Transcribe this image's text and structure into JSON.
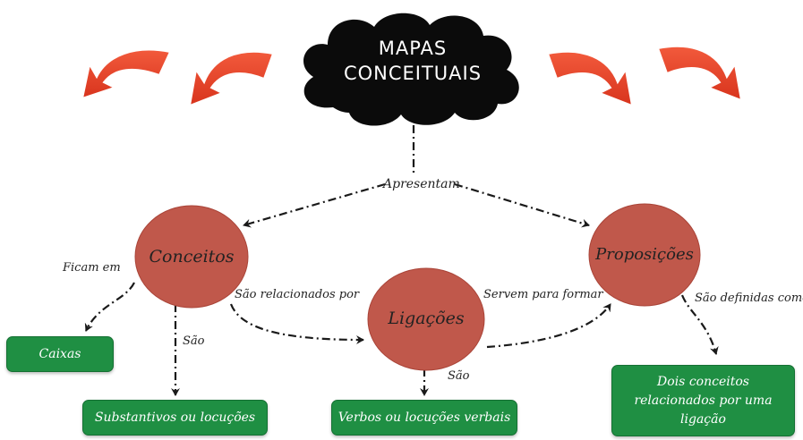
{
  "title_line1": "MAPAS",
  "title_line2": "CONCEITUAIS",
  "nodes": {
    "conceitos": "Conceitos",
    "ligacoes": "Ligações",
    "proposicoes": "Proposições"
  },
  "labels": {
    "apresentam": "Apresentam",
    "ficam_em": "Ficam em",
    "sao_relacionados_por": "São relacionados por",
    "servem_para_formar": "Servem para formar",
    "sao_left": "São",
    "sao_mid": "São",
    "sao_definidas_como": "São definidas como"
  },
  "boxes": {
    "caixas": "Caixas",
    "substantivos": "Substantivos ou locuções",
    "verbos": "Verbos ou locuções verbais",
    "dois_conceitos": "Dois conceitos relacionados por uma ligação"
  },
  "colors": {
    "cloud": "#0b0b0b",
    "circle": "#c0584b",
    "box": "#1f8f43",
    "arrow": "#e8452c"
  },
  "icons": [
    "curved-arrow-icon",
    "curved-arrow-icon",
    "curved-arrow-icon",
    "curved-arrow-icon"
  ]
}
